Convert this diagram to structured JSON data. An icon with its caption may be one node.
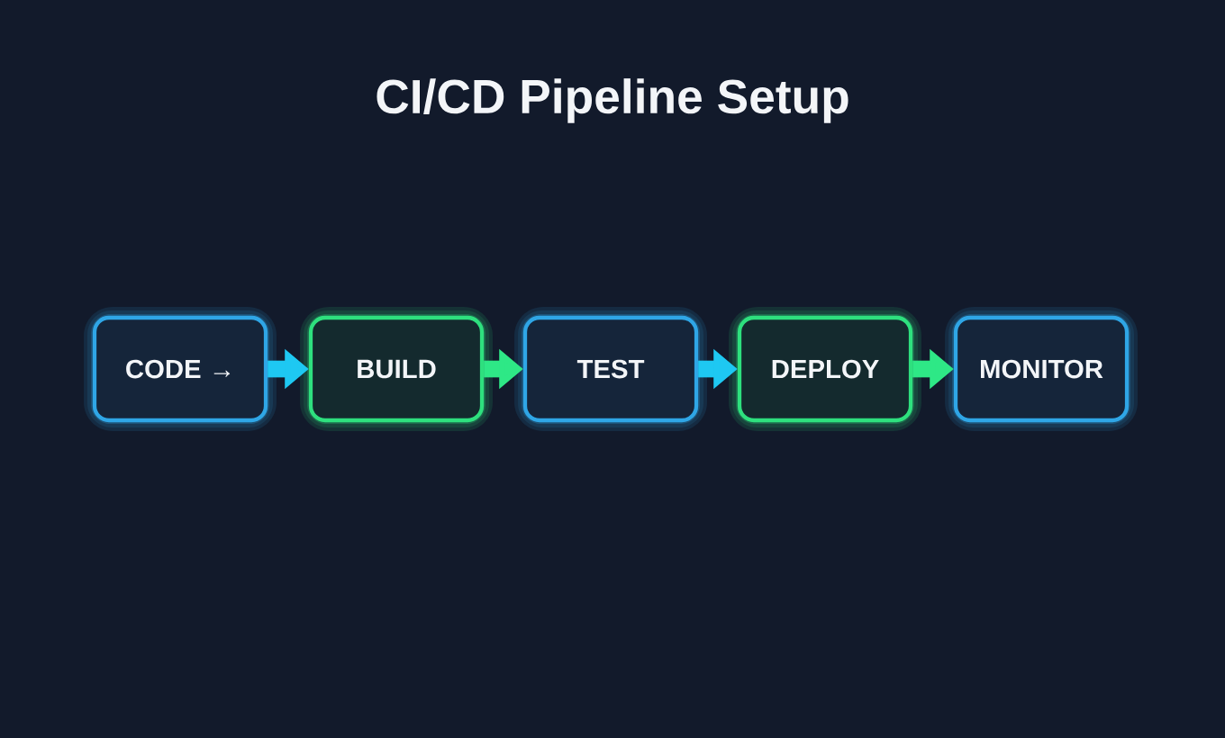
{
  "diagram": {
    "title": "CI/CD Pipeline Setup",
    "nodes": [
      {
        "text": [
          "CODE →"
        ]
      },
      {
        "text": [
          "BUILD"
        ]
      },
      {
        "text": [
          "TEST"
        ]
      },
      {
        "text": [
          "DEPLOY"
        ]
      },
      {
        "text": [
          "MONITOR"
        ]
      }
    ],
    "edges": [
      {
        "from": 0,
        "to": 1,
        "arrow": "to",
        "color": "#1ec8f2"
      },
      {
        "from": 1,
        "to": 2,
        "arrow": "to",
        "color": "#2ee886"
      },
      {
        "from": 2,
        "to": 3,
        "arrow": "to",
        "color": "#1ec8f2"
      },
      {
        "from": 3,
        "to": 4,
        "arrow": "to",
        "color": "#2ee886"
      }
    ]
  }
}
